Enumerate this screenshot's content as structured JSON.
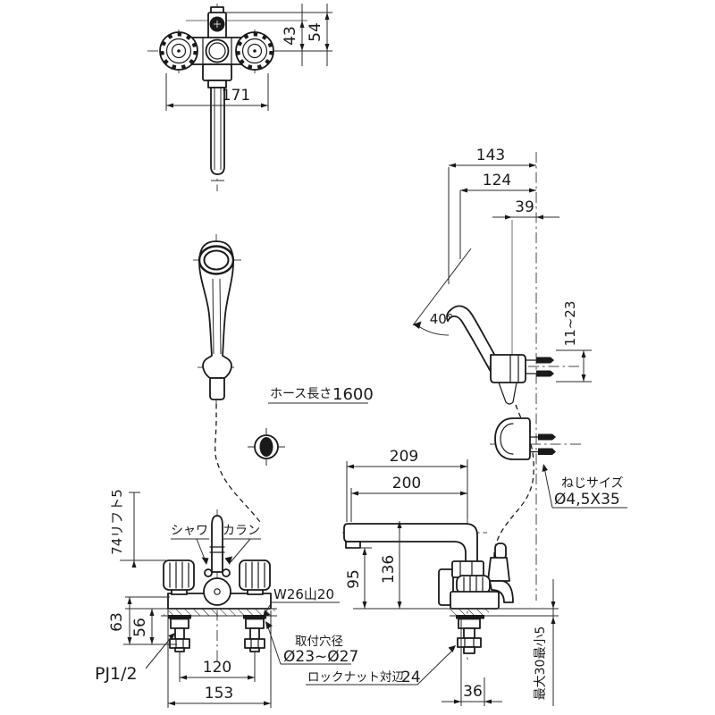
{
  "drawing_title": "faucet-technical-drawing",
  "top_view": {
    "dim_width": "171",
    "dim_outlet_depth": "43",
    "dim_wall_depth": "54"
  },
  "shower_front_view": {
    "hose_label": "ホース長さ",
    "hose_length": "1600"
  },
  "shower_side_view": {
    "dim_reach_outer": "143",
    "dim_reach_inner": "124",
    "dim_offset": "39",
    "angle": "40°",
    "dim_adjust_range": "11~23",
    "screw_label": "ねじサイズ",
    "screw_size": "Ø4,5X35"
  },
  "faucet_front_view": {
    "dim_height_lift": "74リフト5",
    "label_shower": "シャワ",
    "label_spout": "カラン",
    "thread_spec": "W26山20",
    "dim_under_body": "63",
    "dim_under_deck": "56",
    "connection": "PJ1/2",
    "dim_pitch": "120",
    "dim_body_width": "153",
    "hole_label": "取付穴径",
    "hole_size": "Ø23~Ø27",
    "locknut_label": "ロックナット対辺",
    "locknut_size": "24"
  },
  "faucet_side_view": {
    "dim_spout_reach_outer": "209",
    "dim_spout_reach_inner": "200",
    "dim_spout_under": "95",
    "dim_spout_top": "136",
    "dim_rear": "36",
    "deck_thickness": "最大30最小5"
  }
}
